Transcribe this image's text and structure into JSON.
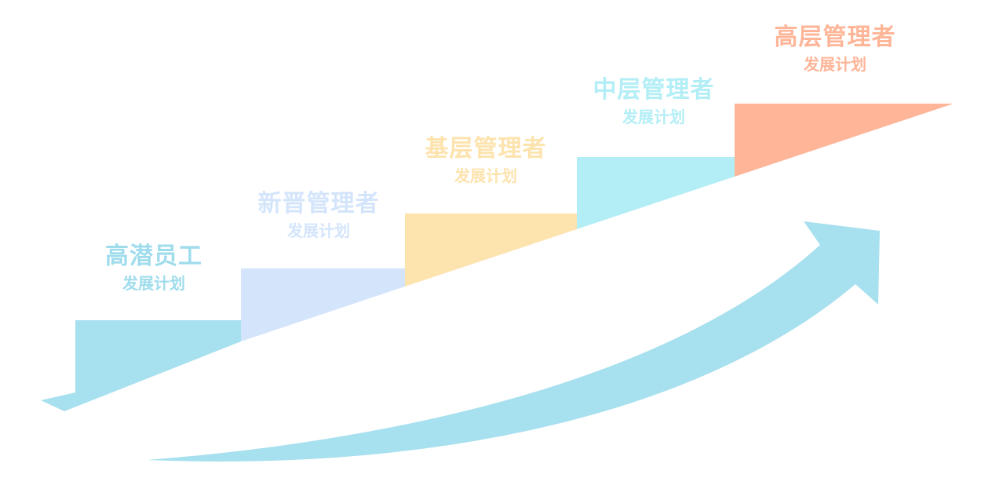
{
  "stages": [
    {
      "title": "高潜员工",
      "subtitle": "发展计划",
      "color": "#a7e0ee",
      "text_color": "#9fdcec"
    },
    {
      "title": "新晋管理者",
      "subtitle": "发展计划",
      "color": "#d4e5fb",
      "text_color": "#d4e5fb"
    },
    {
      "title": "基层管理者",
      "subtitle": "发展计划",
      "color": "#fde3ad",
      "text_color": "#fde3ad"
    },
    {
      "title": "中层管理者",
      "subtitle": "发展计划",
      "color": "#b3eef6",
      "text_color": "#b3eef6"
    },
    {
      "title": "高层管理者",
      "subtitle": "发展计划",
      "color": "#ffb597",
      "text_color": "#ffb597"
    }
  ],
  "arrow_color": "#a7e0ee"
}
